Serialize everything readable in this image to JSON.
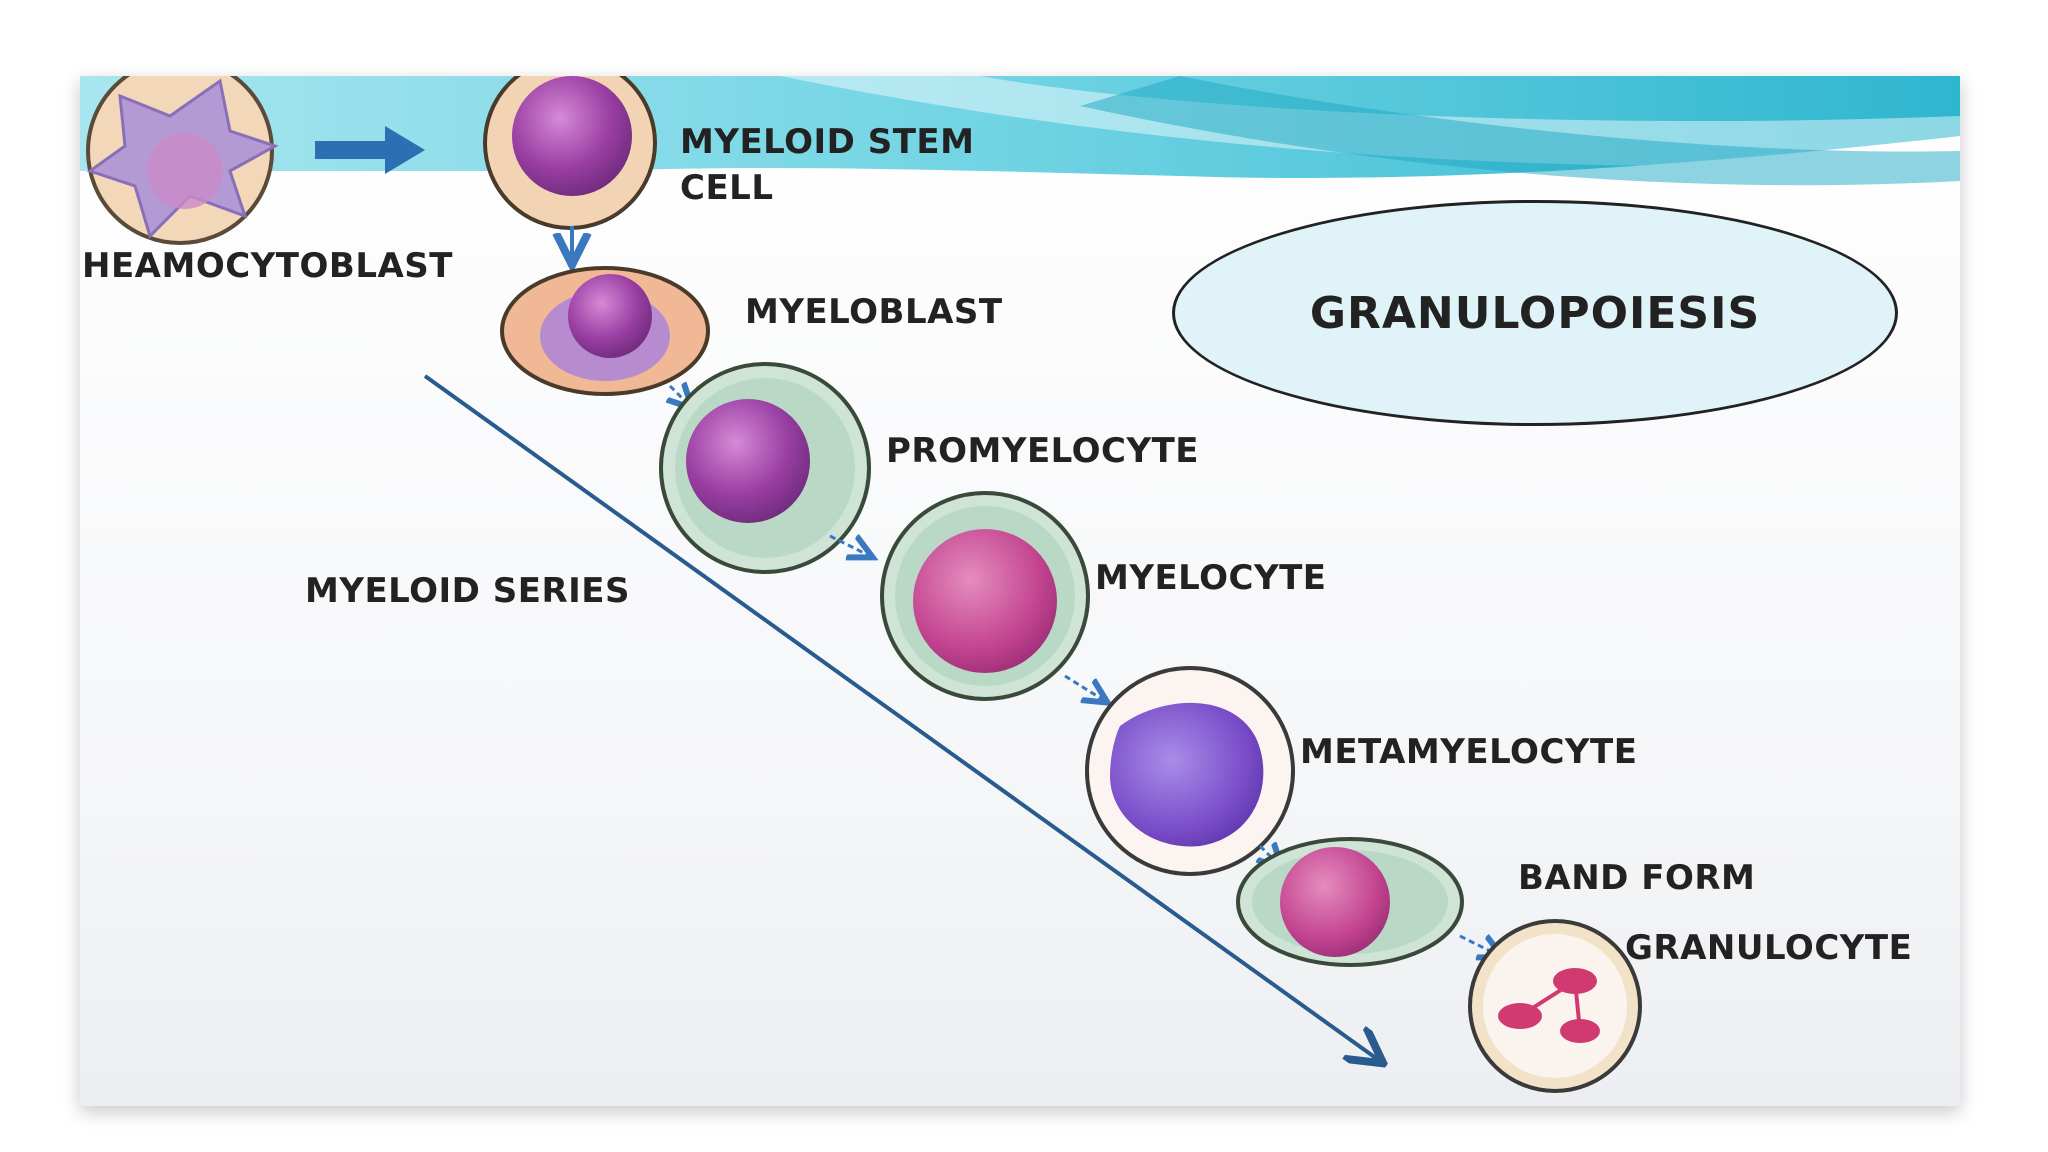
{
  "title": "GRANULOPOIESIS",
  "series_label": "MYELOID SERIES",
  "stages": [
    {
      "id": "haemocytoblast",
      "label": "HEAMOCYTOBLAST"
    },
    {
      "id": "myeloid-stem-cell",
      "label_line1": "MYELOID STEM",
      "label_line2": "CELL"
    },
    {
      "id": "myeloblast",
      "label": "MYELOBLAST"
    },
    {
      "id": "promyelocyte",
      "label": "PROMYELOCYTE"
    },
    {
      "id": "myelocyte",
      "label": "MYELOCYTE"
    },
    {
      "id": "metamyelocyte",
      "label": "METAMYELOCYTE"
    },
    {
      "id": "band-form",
      "label": "BAND FORM"
    },
    {
      "id": "granulocyte",
      "label": "GRANULOCYTE"
    }
  ],
  "colors": {
    "banner": "#3fc3d8",
    "arrow": "#2c6fb3",
    "line": "#2a5b8e",
    "ellipse_fill": "#dff3f8",
    "text": "#222222"
  }
}
